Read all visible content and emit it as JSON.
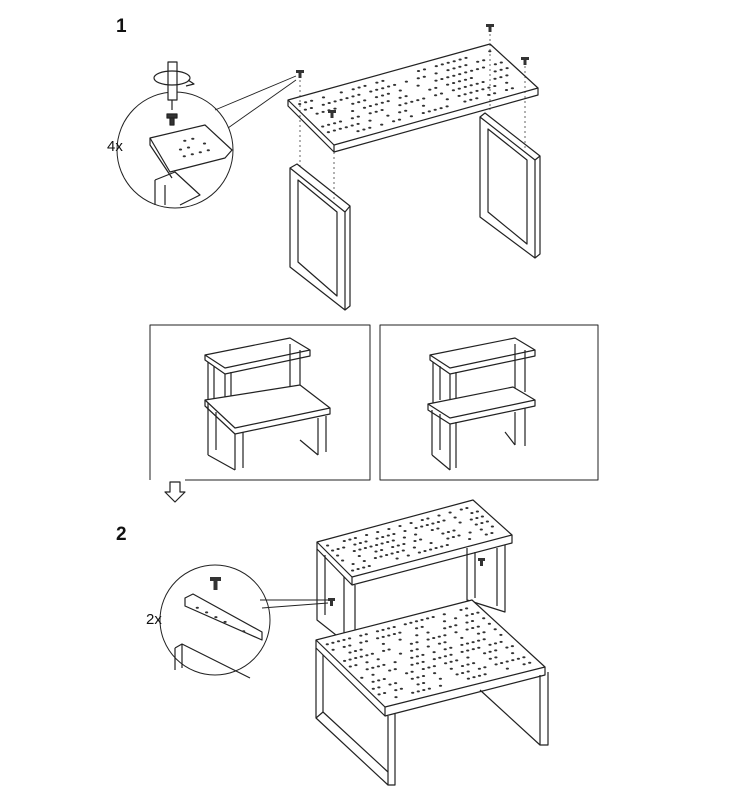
{
  "steps": [
    {
      "number": "1",
      "quantity": "4x"
    },
    {
      "number": "2",
      "quantity": "2x"
    }
  ],
  "colors": {
    "line": "#222222",
    "hole": "#333333",
    "background": "#ffffff"
  }
}
